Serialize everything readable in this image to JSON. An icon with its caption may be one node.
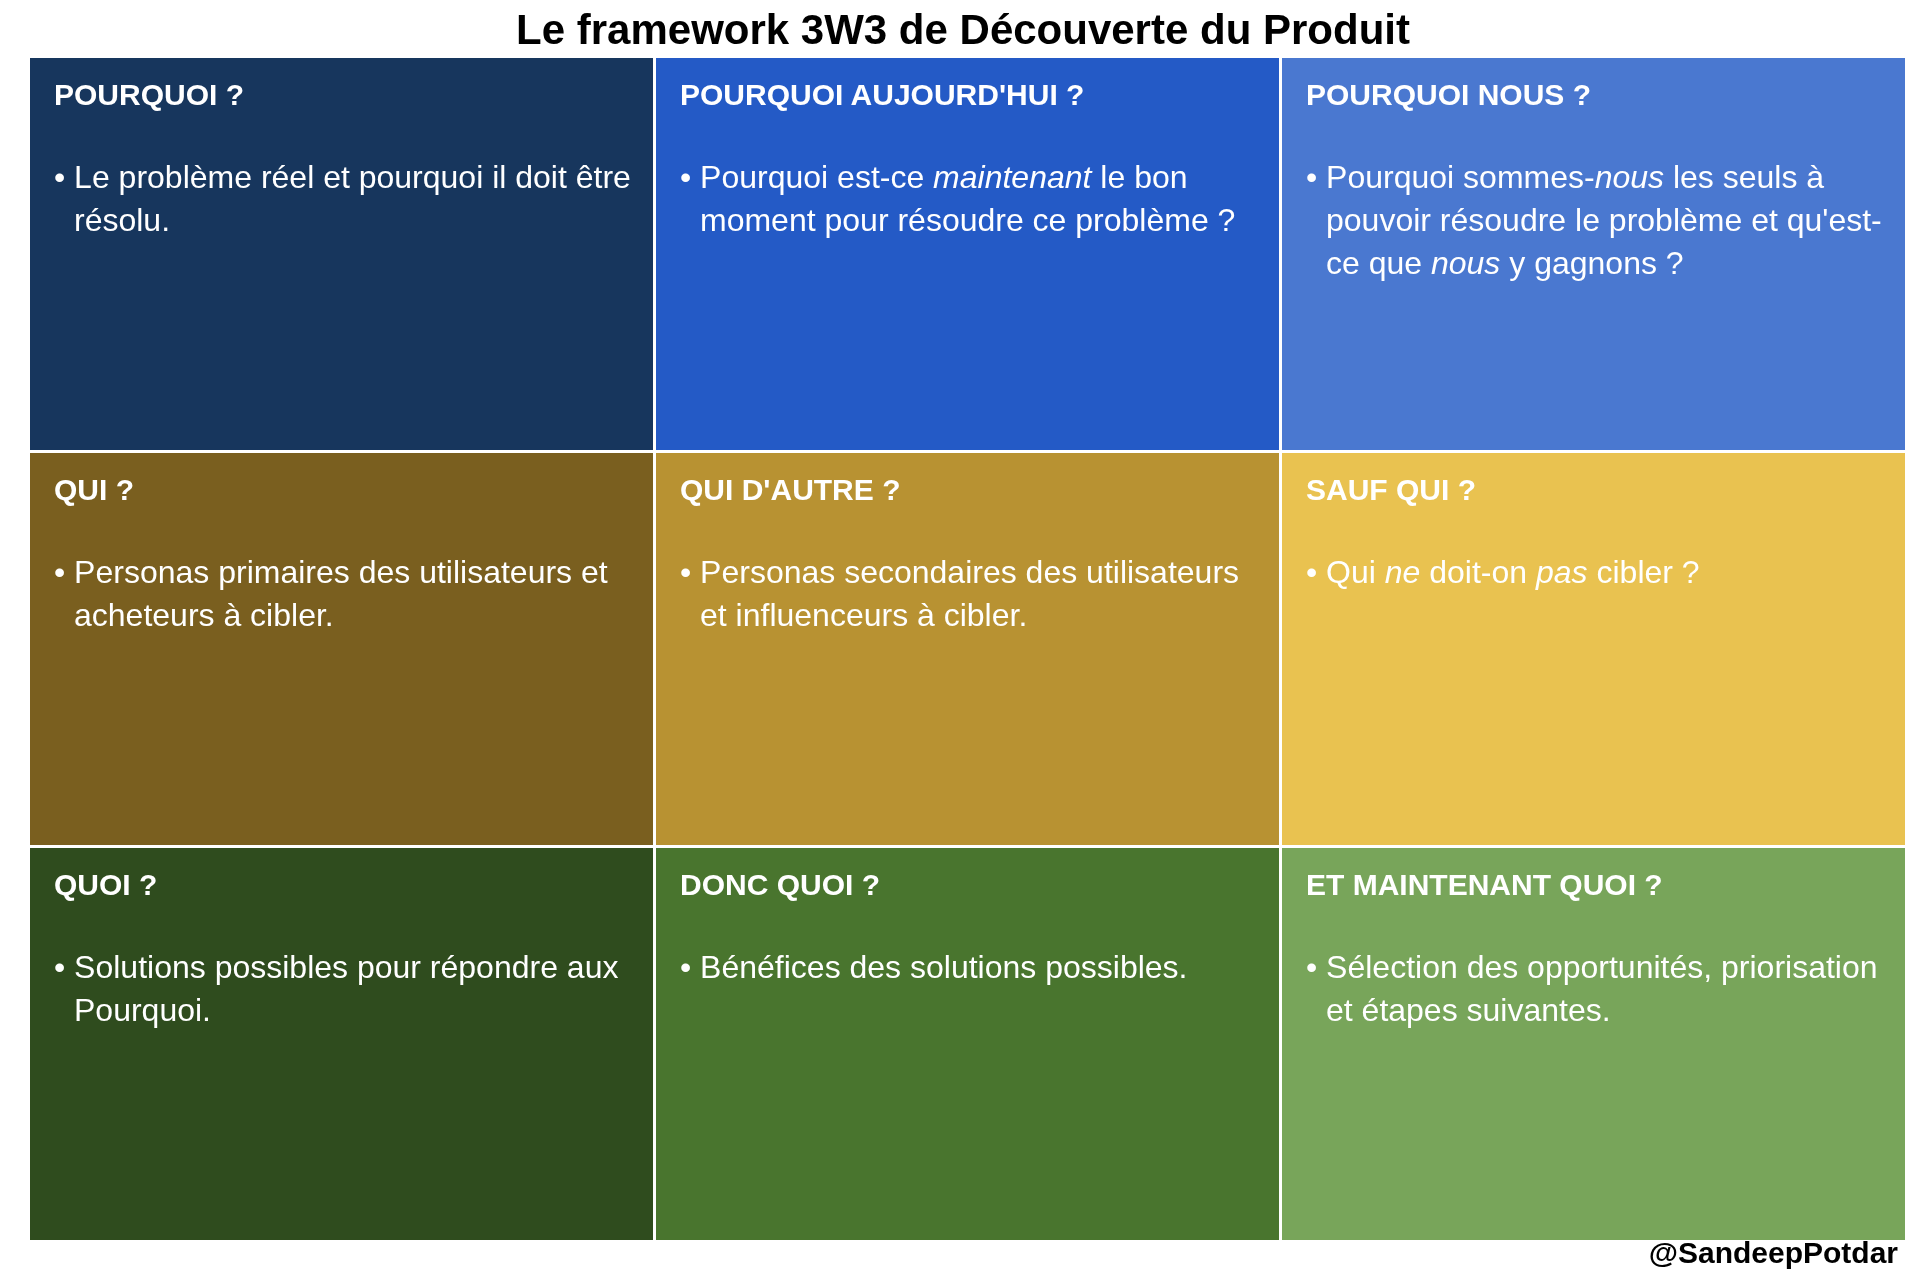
{
  "diagram": {
    "title": "Le framework 3W3 de Découverte du Produit",
    "nodes": [
      {
        "text": [
          "POURQUOI ?",
          "• Le problème réel et pourquoi il doit être résolu."
        ]
      },
      {
        "text": [
          "POURQUOI AUJOURD'HUI ?",
          "• Pourquoi est-ce *maintenant* le bon moment pour résoudre ce problème ?"
        ]
      },
      {
        "text": [
          "POURQUOI NOUS ?",
          "• Pourquoi sommes-*nous* les seuls à pouvoir résoudre le problème et qu'est-ce que *nous* y gagnons ?"
        ]
      },
      {
        "text": [
          "QUI ?",
          "• Personas primaires des utilisateurs et acheteurs à cibler."
        ]
      },
      {
        "text": [
          "QUI D'AUTRE ?",
          "• Personas secondaires des utilisateurs et influenceurs à cibler."
        ]
      },
      {
        "text": [
          "SAUF QUI ?",
          "• Qui *ne* doit-on *pas* cibler ?"
        ]
      },
      {
        "text": [
          "QUOI ?",
          "• Solutions possibles pour répondre aux Pourquoi."
        ]
      },
      {
        "text": [
          "DONC QUOI ?",
          "• Bénéfices des solutions possibles."
        ]
      },
      {
        "text": [
          "ET MAINTENANT QUOI ?",
          "• Sélection des opportunités, priorisation et étapes suivantes."
        ]
      }
    ],
    "edges": [],
    "labels": [
      "@SandeepPotdar"
    ]
  }
}
